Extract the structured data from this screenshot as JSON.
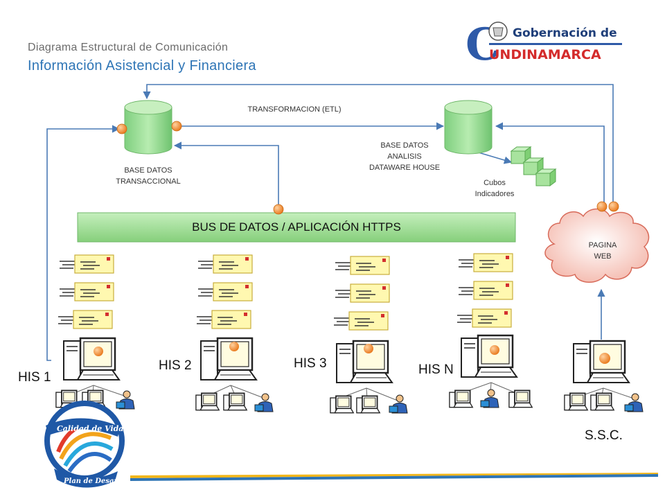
{
  "header": {
    "subtitle": "Diagrama Estructural de Comunicación",
    "title": "Información Asistencial y Financiera"
  },
  "logo_gov": {
    "line1": "Gobernación de",
    "line2": "UNDINAMARCA",
    "letter": "C"
  },
  "logo_plan": {
    "line1": "Calidad de Vida",
    "line2": "Plan de Desarrollo"
  },
  "nodes": {
    "db_transactional": "BASE DATOS\nTRANSACCIONAL",
    "etl": "TRANSFORMACION (ETL)",
    "db_analysis": "BASE DATOS\nANALISIS\nDATAWARE HOUSE",
    "cubes": "Cubos\nIndicadores",
    "bus": "BUS DE DATOS / APLICACIÓN HTTPS",
    "web": "PAGINA\nWEB"
  },
  "clients": [
    "HIS 1",
    "HIS 2",
    "HIS 3",
    "HIS N"
  ],
  "ssc": "S.S.C.",
  "colors": {
    "line": "#4a7ab5",
    "cylinder": "#8fd48f",
    "cylinder_top": "#b9e8b0",
    "bus_fill": "#9edb92",
    "orange": "#f08a24",
    "cloud": "#f7d0c8",
    "cloud_edge": "#d9534f",
    "doc": "#fff8b0",
    "doc_edge": "#d4b94a",
    "title_blue": "#2e75b6"
  }
}
